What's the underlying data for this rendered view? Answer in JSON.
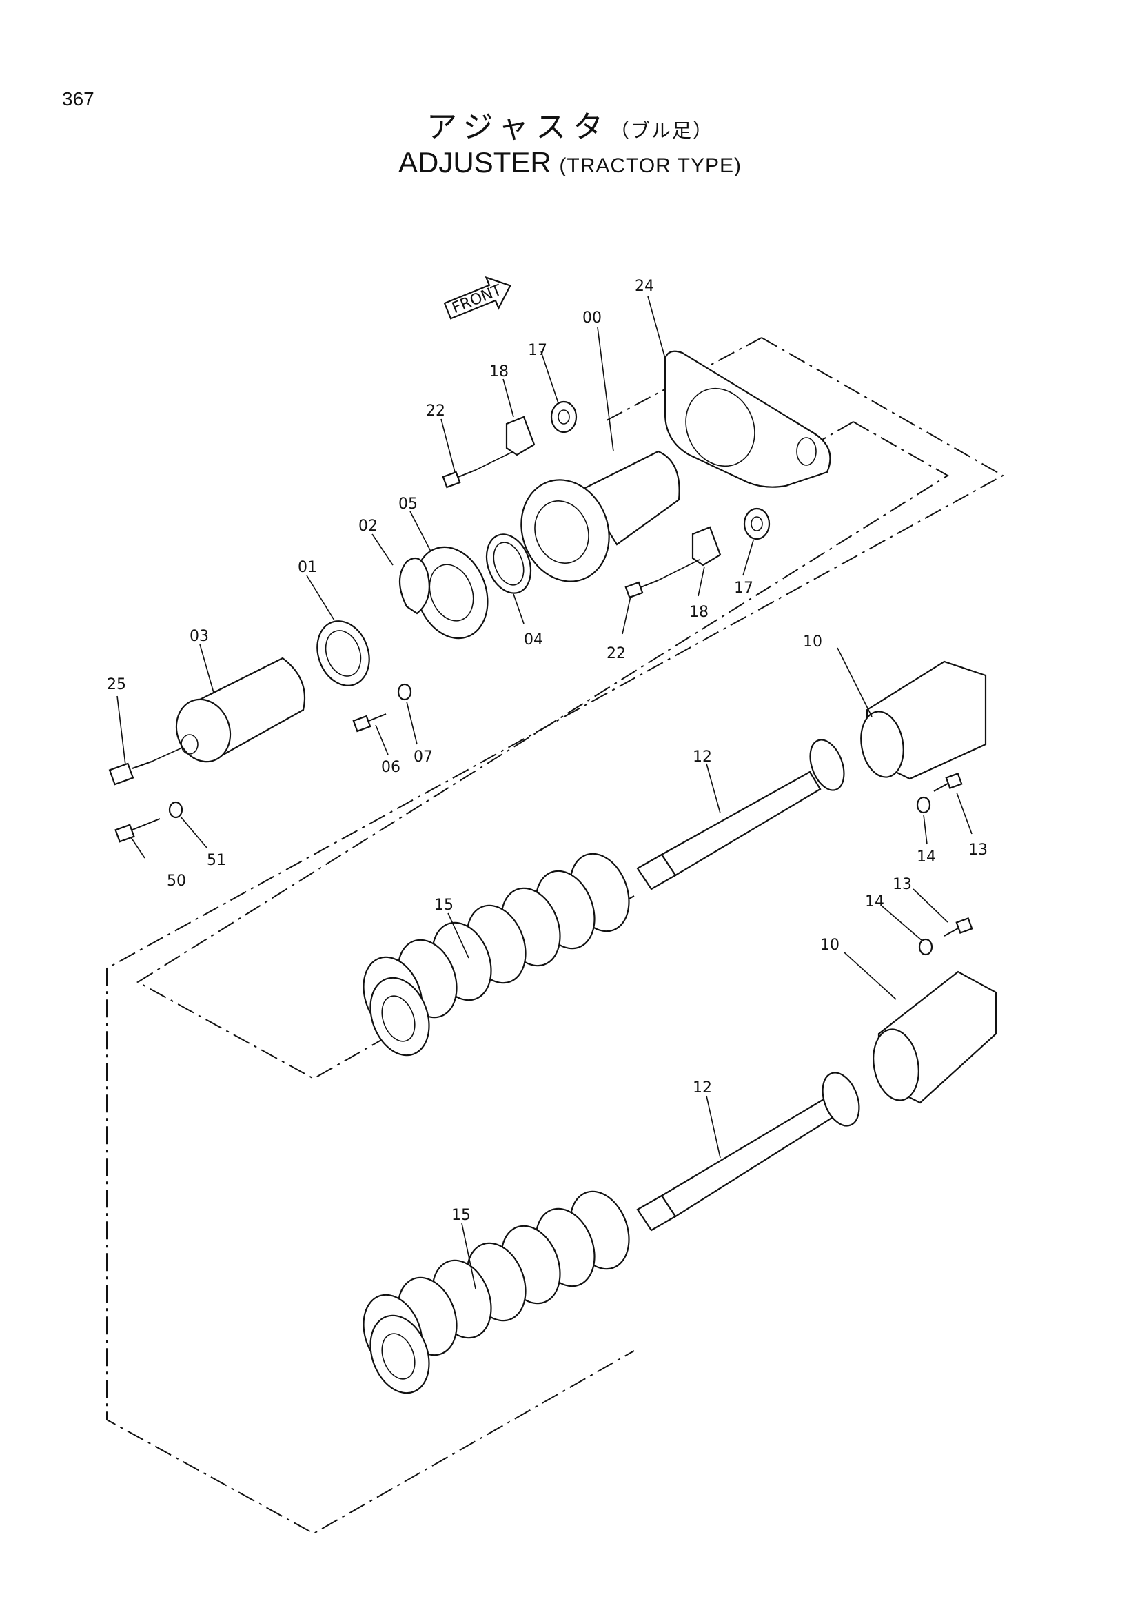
{
  "page_number": "367",
  "title_jp": "アジャスタ",
  "title_jp_sub": "（ブル足）",
  "title_en": "ADJUSTER",
  "title_en_sub": "(TRACTOR TYPE)",
  "front_label": "FRONT",
  "callouts": {
    "c00": "00",
    "c01": "01",
    "c02": "02",
    "c03": "03",
    "c04": "04",
    "c05": "05",
    "c06": "06",
    "c07": "07",
    "c10a": "10",
    "c10b": "10",
    "c12a": "12",
    "c12b": "12",
    "c13a": "13",
    "c13b": "13",
    "c14a": "14",
    "c14b": "14",
    "c15a": "15",
    "c15b": "15",
    "c17a": "17",
    "c17b": "17",
    "c18a": "18",
    "c18b": "18",
    "c22a": "22",
    "c22b": "22",
    "c24": "24",
    "c25": "25",
    "c50": "50",
    "c51": "51"
  }
}
